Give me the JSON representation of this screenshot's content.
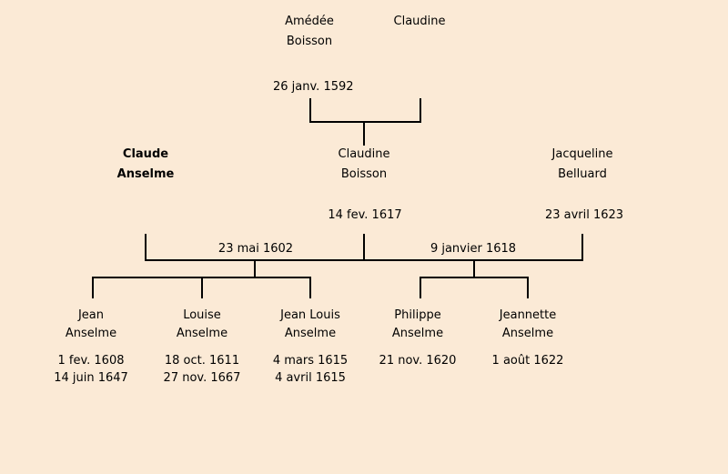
{
  "colors": {
    "background": "#fbead6",
    "line": "#000000",
    "text": "#000000"
  },
  "generation1": {
    "father": {
      "line1": "Amédée",
      "line2": "Boisson"
    },
    "mother": {
      "line1": "Claudine",
      "line2": ""
    },
    "marriage_date": "26 janv. 1592"
  },
  "generation2": {
    "claude": {
      "line1": "Claude",
      "line2": "Anselme"
    },
    "claudine": {
      "line1": "Claudine",
      "line2": "Boisson",
      "date": "14 fev. 1617"
    },
    "jacqueline": {
      "line1": "Jacqueline",
      "line2": "Belluard",
      "date": "23 avril 1623"
    },
    "marriage1_date": "23 mai 1602",
    "marriage2_date": "9 janvier 1618"
  },
  "generation3": {
    "marriage1_children": [
      {
        "line1": "Jean",
        "line2": "Anselme",
        "date1": "1 fev. 1608",
        "date2": "14 juin 1647"
      },
      {
        "line1": "Louise",
        "line2": "Anselme",
        "date1": "18 oct. 1611",
        "date2": "27 nov. 1667"
      },
      {
        "line1": "Jean Louis",
        "line2": "Anselme",
        "date1": "4 mars 1615",
        "date2": "4 avril 1615"
      }
    ],
    "marriage2_children": [
      {
        "line1": "Philippe",
        "line2": "Anselme",
        "date1": "21 nov. 1620",
        "date2": ""
      },
      {
        "line1": "Jeannette",
        "line2": "Anselme",
        "date1": "1 août 1622",
        "date2": ""
      }
    ]
  }
}
